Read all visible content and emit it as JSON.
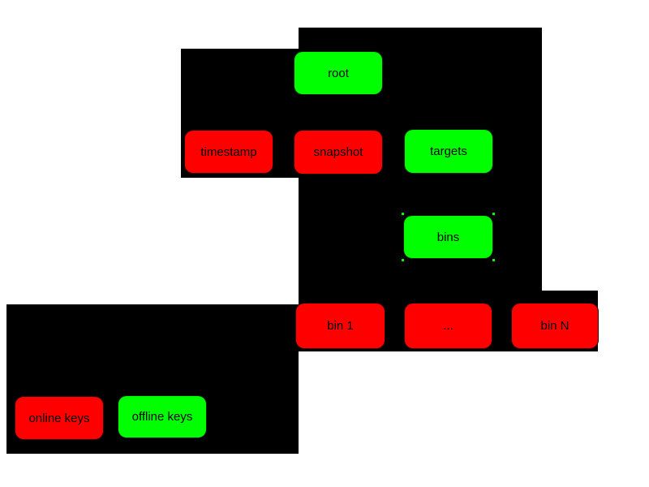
{
  "colors": {
    "online_key_fill": "#ff0000",
    "offline_key_fill": "#00ff00",
    "panel_background": "#000000",
    "canvas_background": "#ffffff",
    "label_text": "#000000"
  },
  "diagram": {
    "nodes": {
      "root": "root",
      "timestamp": "timestamp",
      "snapshot": "snapshot",
      "targets": "targets",
      "bins": "bins",
      "bin1": "bin 1",
      "bin_ellipsis": "...",
      "binN": "bin N",
      "online_keys": "online keys",
      "offline_keys": "offline keys"
    }
  }
}
